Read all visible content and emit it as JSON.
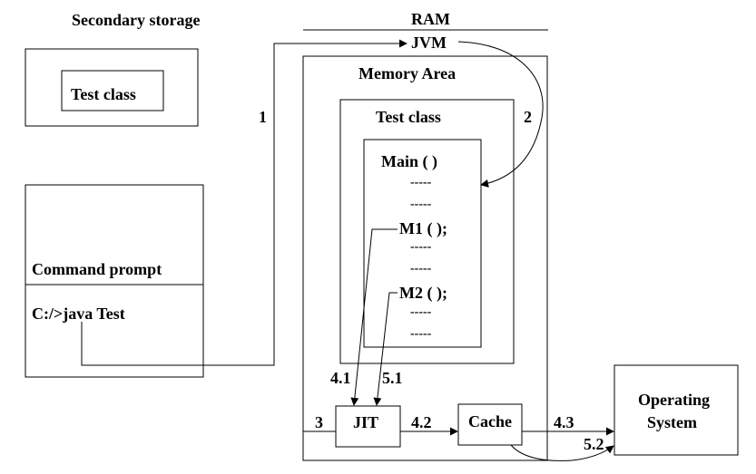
{
  "secondary_storage": {
    "title": "Secondary storage",
    "class_label": "Test class"
  },
  "command_prompt": {
    "title": "Command prompt",
    "command": "C:/>java Test"
  },
  "ram": {
    "title": "RAM",
    "jvm": "JVM",
    "memory_area": "Memory Area",
    "loaded_class": "Test class",
    "methods": {
      "main": "Main ( )",
      "m1": "M1 ( );",
      "m2": "M2 ( );",
      "placeholder": "-----"
    }
  },
  "jit": "JIT",
  "cache": "Cache",
  "os": {
    "line1": "Operating",
    "line2": "System"
  },
  "steps": {
    "s1": "1",
    "s2": "2",
    "s3": "3",
    "s41": "4.1",
    "s42": "4.2",
    "s43": "4.3",
    "s51": "5.1",
    "s52": "5.2"
  }
}
